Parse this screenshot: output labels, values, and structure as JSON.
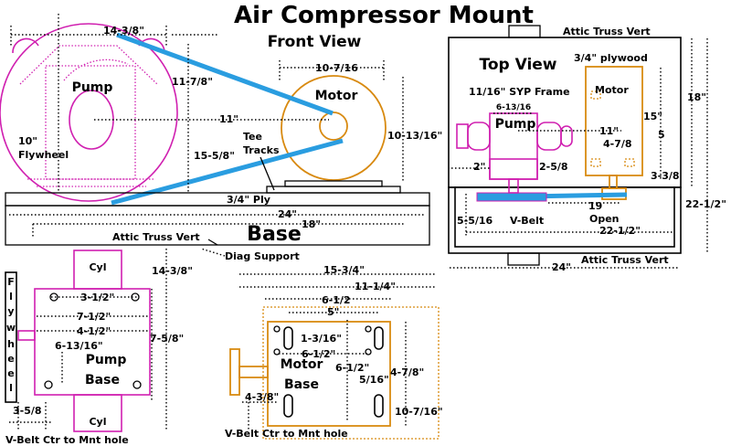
{
  "title": "Air Compressor Mount",
  "front_view": {
    "heading": "Front View",
    "pump_label": "Pump",
    "motor_label": "Motor",
    "flywheel_size": "10\"",
    "flywheel_label": "Flywheel",
    "tee_tracks_1": "Tee",
    "tee_tracks_2": "Tracks",
    "ply_label": "3/4\" Ply",
    "base_label": "Base",
    "attic_truss_vert": "Attic Truss Vert",
    "diag_support": "Diag Support",
    "dims": {
      "top_width": "14-3/8\"",
      "pump_height": "11-7/8\"",
      "center_dist": "11\"",
      "belt_len": "15-5/8\"",
      "motor_width": "10-7/16",
      "motor_height": "10-13/16\"",
      "base_24": "24\"",
      "base_18": "18\"",
      "vert_14": "14-3/8\""
    }
  },
  "top_view": {
    "heading": "Top View",
    "plywood": "3/4\" plywood",
    "attic_truss_vert_top": "Attic Truss Vert",
    "attic_truss_vert_bottom": "Attic Truss Vert",
    "syp_frame": "11/16\" SYP Frame",
    "pump_label": "Pump",
    "motor_label": "Motor",
    "vbelt_label": "V-Belt",
    "open_label": "Open",
    "dims": {
      "d_18": "18\"",
      "d_15": "15\"",
      "d_5": "5",
      "d_11": "11\"",
      "d_4_7_8": "4-7/8",
      "d_6_13_16": "6-13/16",
      "d_2": "2\"",
      "d_2_5_8": "2-5/8",
      "d_3_3_8": "3-3/8",
      "d_19": "19",
      "d_5_5_16": "5-5/16",
      "d_22_half_a": "22-1/2\"",
      "d_22_half_b": "22-1/2\"",
      "d_24": "24\""
    }
  },
  "pump_base": {
    "label_1": "Pump",
    "label_2": "Base",
    "cyl_top": "Cyl",
    "cyl_bottom": "Cyl",
    "flywheel_letters": [
      "F",
      "l",
      "y",
      "w",
      "h",
      "e",
      "e",
      "l"
    ],
    "vbelt_note": "V-Belt Ctr to Mnt hole",
    "dims": {
      "d_3_1_2": "3-1/2\"",
      "d_7_1_2": "7-1/2\"",
      "d_4_1_2": "4-1/2\"",
      "d_6_13_16": "6-13/16\"",
      "d_7_5_8": "7-5/8\"",
      "d_3_5_8": "3-5/8"
    }
  },
  "motor_base": {
    "label_1": "Motor",
    "label_2": "Base",
    "vbelt_note": "V-Belt Ctr to Mnt hole",
    "dims": {
      "d_15_3_4": "15-3/4\"",
      "d_11_1_4": "11-1/4\"",
      "d_6_1_2_top": "6-1/2",
      "d_5": "5\"",
      "d_1_3_16": "1-3/16\"",
      "d_6_1_2_mid": "6-1/2\"",
      "d_6_1_2_vert": "6-1/2\"",
      "d_5_16": "5/16\"",
      "d_4_7_8": "4-7/8\"",
      "d_4_3_8": "4-3/8\"",
      "d_10_7_16": "10-7/16\""
    }
  }
}
